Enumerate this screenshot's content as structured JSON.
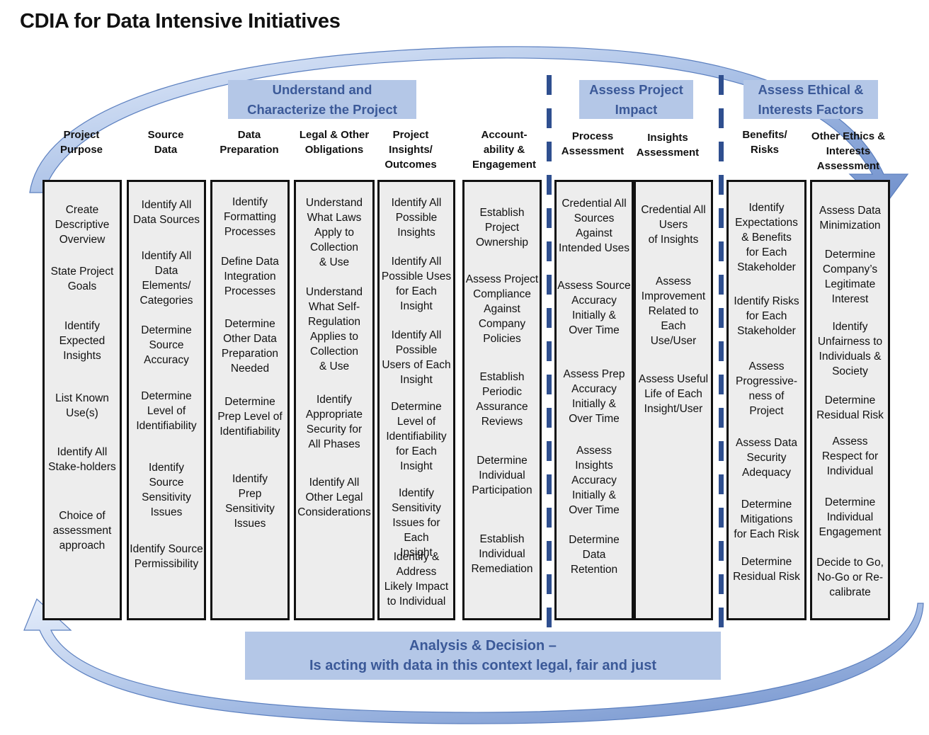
{
  "title": "CDIA for Data Intensive Initiatives",
  "phases": [
    {
      "label": "Understand and\nCharacterize the Project"
    },
    {
      "label": "Assess Project\nImpact"
    },
    {
      "label": "Assess Ethical &\nInterests Factors"
    }
  ],
  "bottom_banner": {
    "label": "Analysis & Decision –\nIs acting with data in this context legal, fair and just"
  },
  "columns": [
    {
      "header": "Project\nPurpose",
      "items": [
        "Create\nDescriptive\nOverview",
        "State Project\nGoals",
        "Identify\nExpected\nInsights",
        "List Known\nUse(s)",
        "Identify All\nStake-holders",
        "Choice of\nassessment\napproach"
      ]
    },
    {
      "header": "Source\nData",
      "items": [
        "Identify All\nData Sources",
        "Identify All\nData\nElements/\nCategories",
        "Determine\nSource\nAccuracy",
        "Determine\nLevel of\nIdentifiability",
        "Identify\nSource\nSensitivity\nIssues",
        "Identify Source\nPermissibility"
      ]
    },
    {
      "header": "Data\nPreparation",
      "items": [
        "Identify\nFormatting\nProcesses",
        "Define Data\nIntegration\nProcesses",
        "Determine\nOther Data\nPreparation\nNeeded",
        "Determine\nPrep Level of\nIdentifiability",
        "Identify\nPrep\nSensitivity\nIssues"
      ]
    },
    {
      "header": "Legal & Other\nObligations",
      "items": [
        "Understand\nWhat Laws\nApply to\nCollection\n& Use",
        "Understand\nWhat Self-\nRegulation\nApplies to\nCollection\n& Use",
        "Identify\nAppropriate\nSecurity for\nAll Phases",
        "Identify All\nOther Legal\nConsiderations"
      ]
    },
    {
      "header": "Project\nInsights/\nOutcomes",
      "items": [
        "Identify  All\nPossible\nInsights",
        "Identify All\nPossible  Uses\nfor Each\nInsight",
        "Identify All\nPossible\nUsers of Each\nInsight",
        "Determine\nLevel of\nIdentifiability\nfor Each\nInsight",
        "Identify\nSensitivity\nIssues for Each\nInsight",
        "Identify &\nAddress\nLikely Impact\nto Individual"
      ]
    },
    {
      "header": "Account-\nability &\nEngagement",
      "items": [
        "Establish\nProject\nOwnership",
        "Assess Project\nCompliance\nAgainst\nCompany\nPolicies",
        "Establish\nPeriodic\nAssurance\nReviews",
        "Determine\nIndividual\nParticipation",
        "Establish\nIndividual\nRemediation"
      ]
    },
    {
      "header": "Process\nAssessment",
      "items": [
        "Credential All\nSources\nAgainst\nIntended Uses",
        "Assess Source\nAccuracy\nInitially &\nOver Time",
        "Assess Prep\nAccuracy\nInitially &\nOver Time",
        "Assess\nInsights\nAccuracy\nInitially &\nOver Time",
        "Determine\nData\nRetention"
      ]
    },
    {
      "header": "Insights\nAssessment",
      "items": [
        "Credential All\nUsers\nof Insights",
        "Assess\nImprovement\nRelated to\nEach\nUse/User",
        "Assess Useful\nLife of Each\nInsight/User"
      ]
    },
    {
      "header": "Benefits/\nRisks",
      "items": [
        "Identify\nExpectations\n& Benefits\nfor Each\nStakeholder",
        "Identify Risks\nfor Each\nStakeholder",
        "Assess\nProgressive-\nness of\nProject",
        "Assess Data\nSecurity\nAdequacy",
        "Determine\nMitigations\nfor Each Risk",
        "Determine\nResidual Risk"
      ]
    },
    {
      "header": "Other Ethics &\nInterests\nAssessment",
      "items": [
        "Assess Data\nMinimization",
        "Determine\nCompany’s\nLegitimate\nInterest",
        "Identify\nUnfairness to\nIndividuals &\nSociety",
        "Determine\nResidual Risk",
        "Assess\nRespect for\nIndividual",
        "Determine\nIndividual\nEngagement",
        "Decide to Go,\nNo-Go or Re-\ncalibrate"
      ]
    }
  ],
  "colors": {
    "banner_fill": "#b4c7e7",
    "banner_text": "#3b5998",
    "box_fill": "#ededed",
    "arrow": "#8eaadb",
    "divider": "#2f4f8f"
  }
}
